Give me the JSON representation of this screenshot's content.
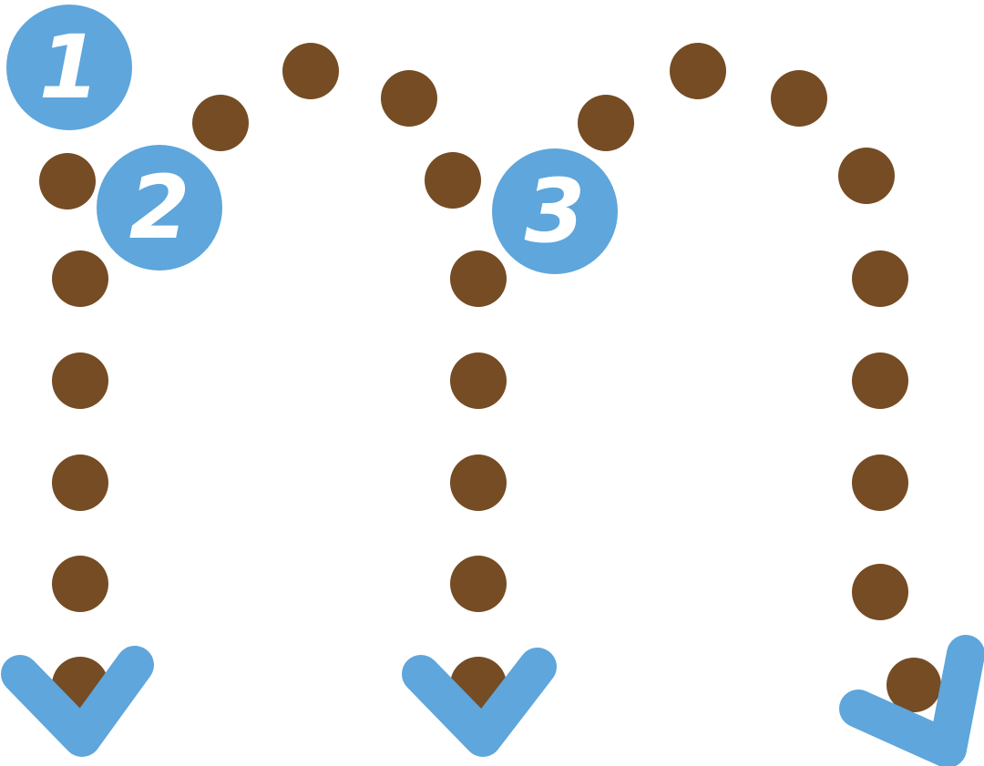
{
  "colors": {
    "dot": "#754c24",
    "accent": "#5ea6db",
    "numeral": "#ffffff",
    "background": "#ffffff"
  },
  "steps": [
    {
      "number": "1",
      "icon": "numbered-circle-icon"
    },
    {
      "number": "2",
      "icon": "numbered-circle-icon"
    },
    {
      "number": "3",
      "icon": "numbered-circle-icon"
    }
  ],
  "icons": {
    "dot": "dot-icon",
    "arrow": "chevron-down-icon"
  }
}
